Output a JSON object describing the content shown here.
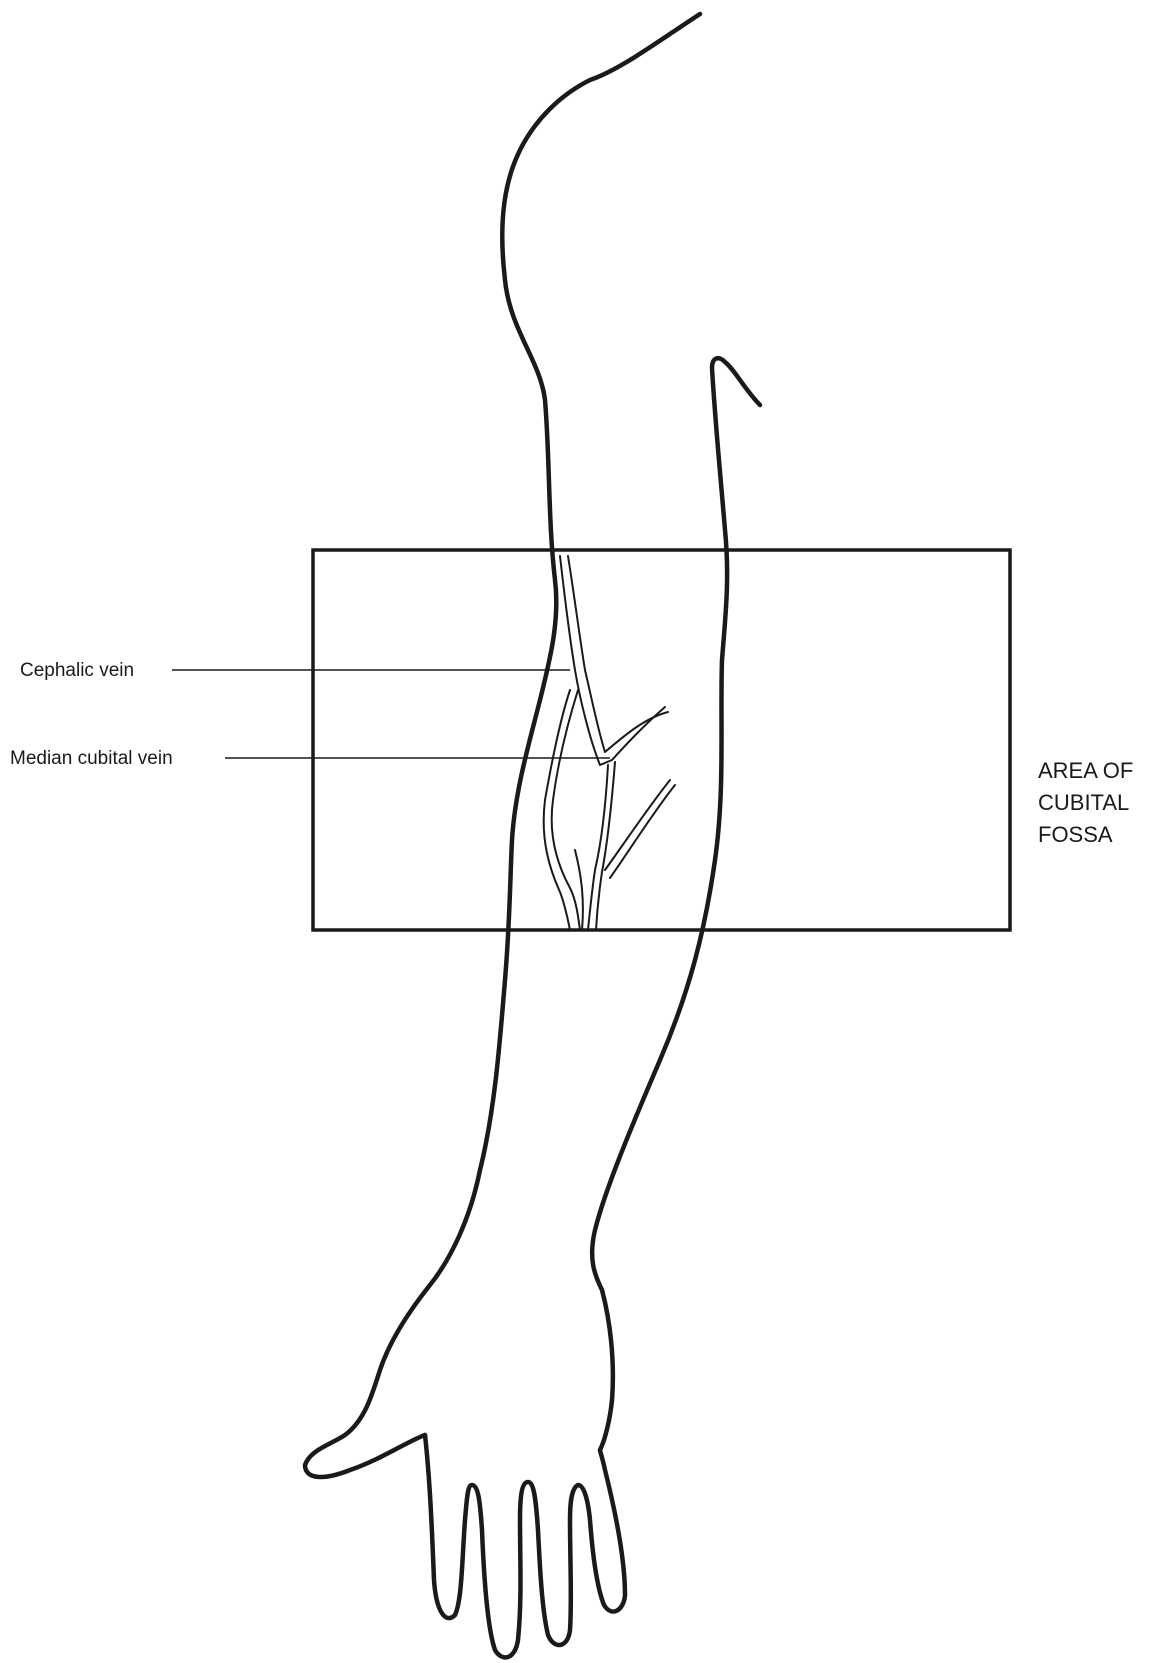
{
  "labels": {
    "cephalic_vein": "Cephalic vein",
    "median_cubital_vein": "Median cubital vein",
    "area_line_1": "AREA OF",
    "area_line_2": "CUBITAL",
    "area_line_3": "FOSSA"
  },
  "colors": {
    "line": "#1a1a1a",
    "background": "#ffffff"
  }
}
